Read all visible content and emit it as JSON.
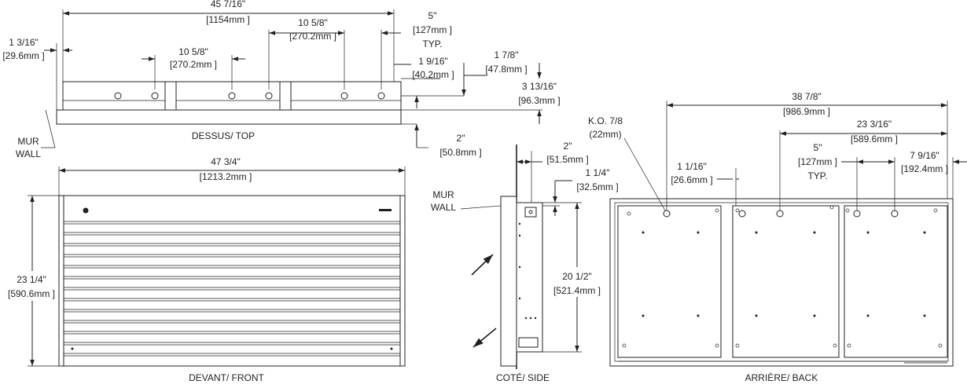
{
  "views": {
    "top": "DESSUS/ TOP",
    "front": "DEVANT/ FRONT",
    "side": "COTÉ/ SIDE",
    "back": "ARRIÈRE/ BACK"
  },
  "wall": {
    "fr": "MUR",
    "en": "WALL"
  },
  "dims": {
    "top_width": {
      "in": "45 7/16\"",
      "mm": "[1154mm ]"
    },
    "top_spacing_right": {
      "in": "10 5/8\"",
      "mm": "[270.2mm ]"
    },
    "top_spacing_left": {
      "in": "10 5/8\"",
      "mm": "[270.2mm ]"
    },
    "top_typ": {
      "in": "5\"",
      "mm": "[127mm ]",
      "note": "TYP."
    },
    "top_wall_offset": {
      "in": "1 3/16\"",
      "mm": "[29.6mm ]"
    },
    "top_edge": {
      "in": "1 9/16\"",
      "mm": "[40.2mm ]"
    },
    "top_hole_depth": {
      "in": "1 7/8\"",
      "mm": "[47.8mm ]"
    },
    "top_depth": {
      "in": "3 13/16\"",
      "mm": "[96.3mm ]"
    },
    "top_frame": {
      "in": "2\"",
      "mm": "[50.8mm ]"
    },
    "front_width": {
      "in": "47 3/4\"",
      "mm": "[1213.2mm ]"
    },
    "front_height": {
      "in": "23 1/4\"",
      "mm": "[590.6mm ]"
    },
    "side_depth": {
      "in": "2\"",
      "mm": "[51.5mm ]"
    },
    "side_inset": {
      "in": "1 1/4\"",
      "mm": "[32.5mm ]"
    },
    "side_height": {
      "in": "20 1/2\"",
      "mm": "[521.4mm ]"
    },
    "back_ko": {
      "in": "K.O. 7/8",
      "mm": "(22mm)"
    },
    "back_width": {
      "in": "38 7/8\"",
      "mm": "[986.9mm ]"
    },
    "back_span": {
      "in": "23 3/16\"",
      "mm": "[589.6mm ]"
    },
    "back_edge": {
      "in": "1 1/16\"",
      "mm": "[26.6mm ]"
    },
    "back_typ": {
      "in": "5\"",
      "mm": "[127mm ]",
      "note": "TYP."
    },
    "back_right": {
      "in": "7 9/16\"",
      "mm": "[192.4mm ]"
    }
  }
}
